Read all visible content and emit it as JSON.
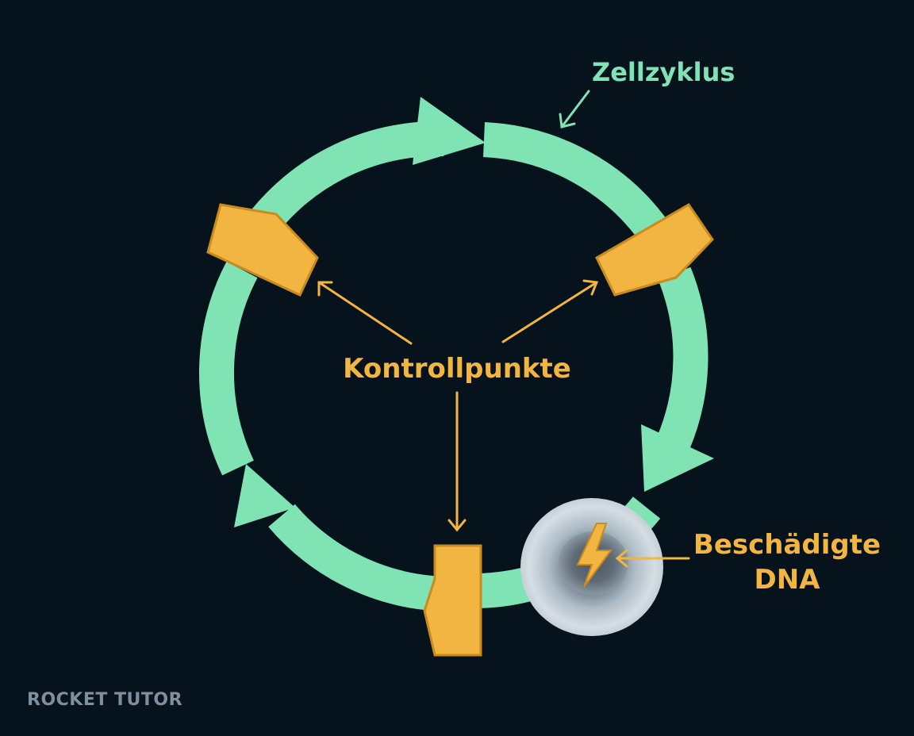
{
  "colors": {
    "background": "#06121c",
    "cycle": "#7fe3b4",
    "checkpoint": "#f2b541",
    "checkpoint_stroke": "#c98a1e",
    "cycle_label": "#7fe3b4",
    "checkpoint_label": "#f2b541"
  },
  "labels": {
    "cycle": "Zellzyklus",
    "checkpoints": "Kontrollpunkte",
    "damaged_line1": "Beschädigte",
    "damaged_line2": "DNA"
  },
  "logo": {
    "text": "ROCKET TUTOR"
  },
  "icons": {
    "damage": "lightning-bolt-icon",
    "cell": "cell-nucleus-icon"
  }
}
